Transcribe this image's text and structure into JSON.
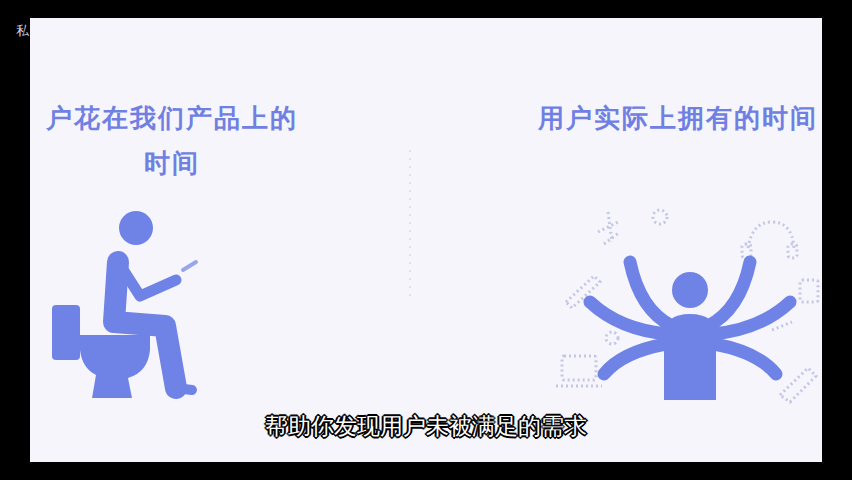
{
  "diagram": {
    "labels": [
      "私",
      "户花在我们产品上的 时间",
      "用户实际上拥有的时间",
      "帮助你发现用户未被满足的需求"
    ]
  }
}
